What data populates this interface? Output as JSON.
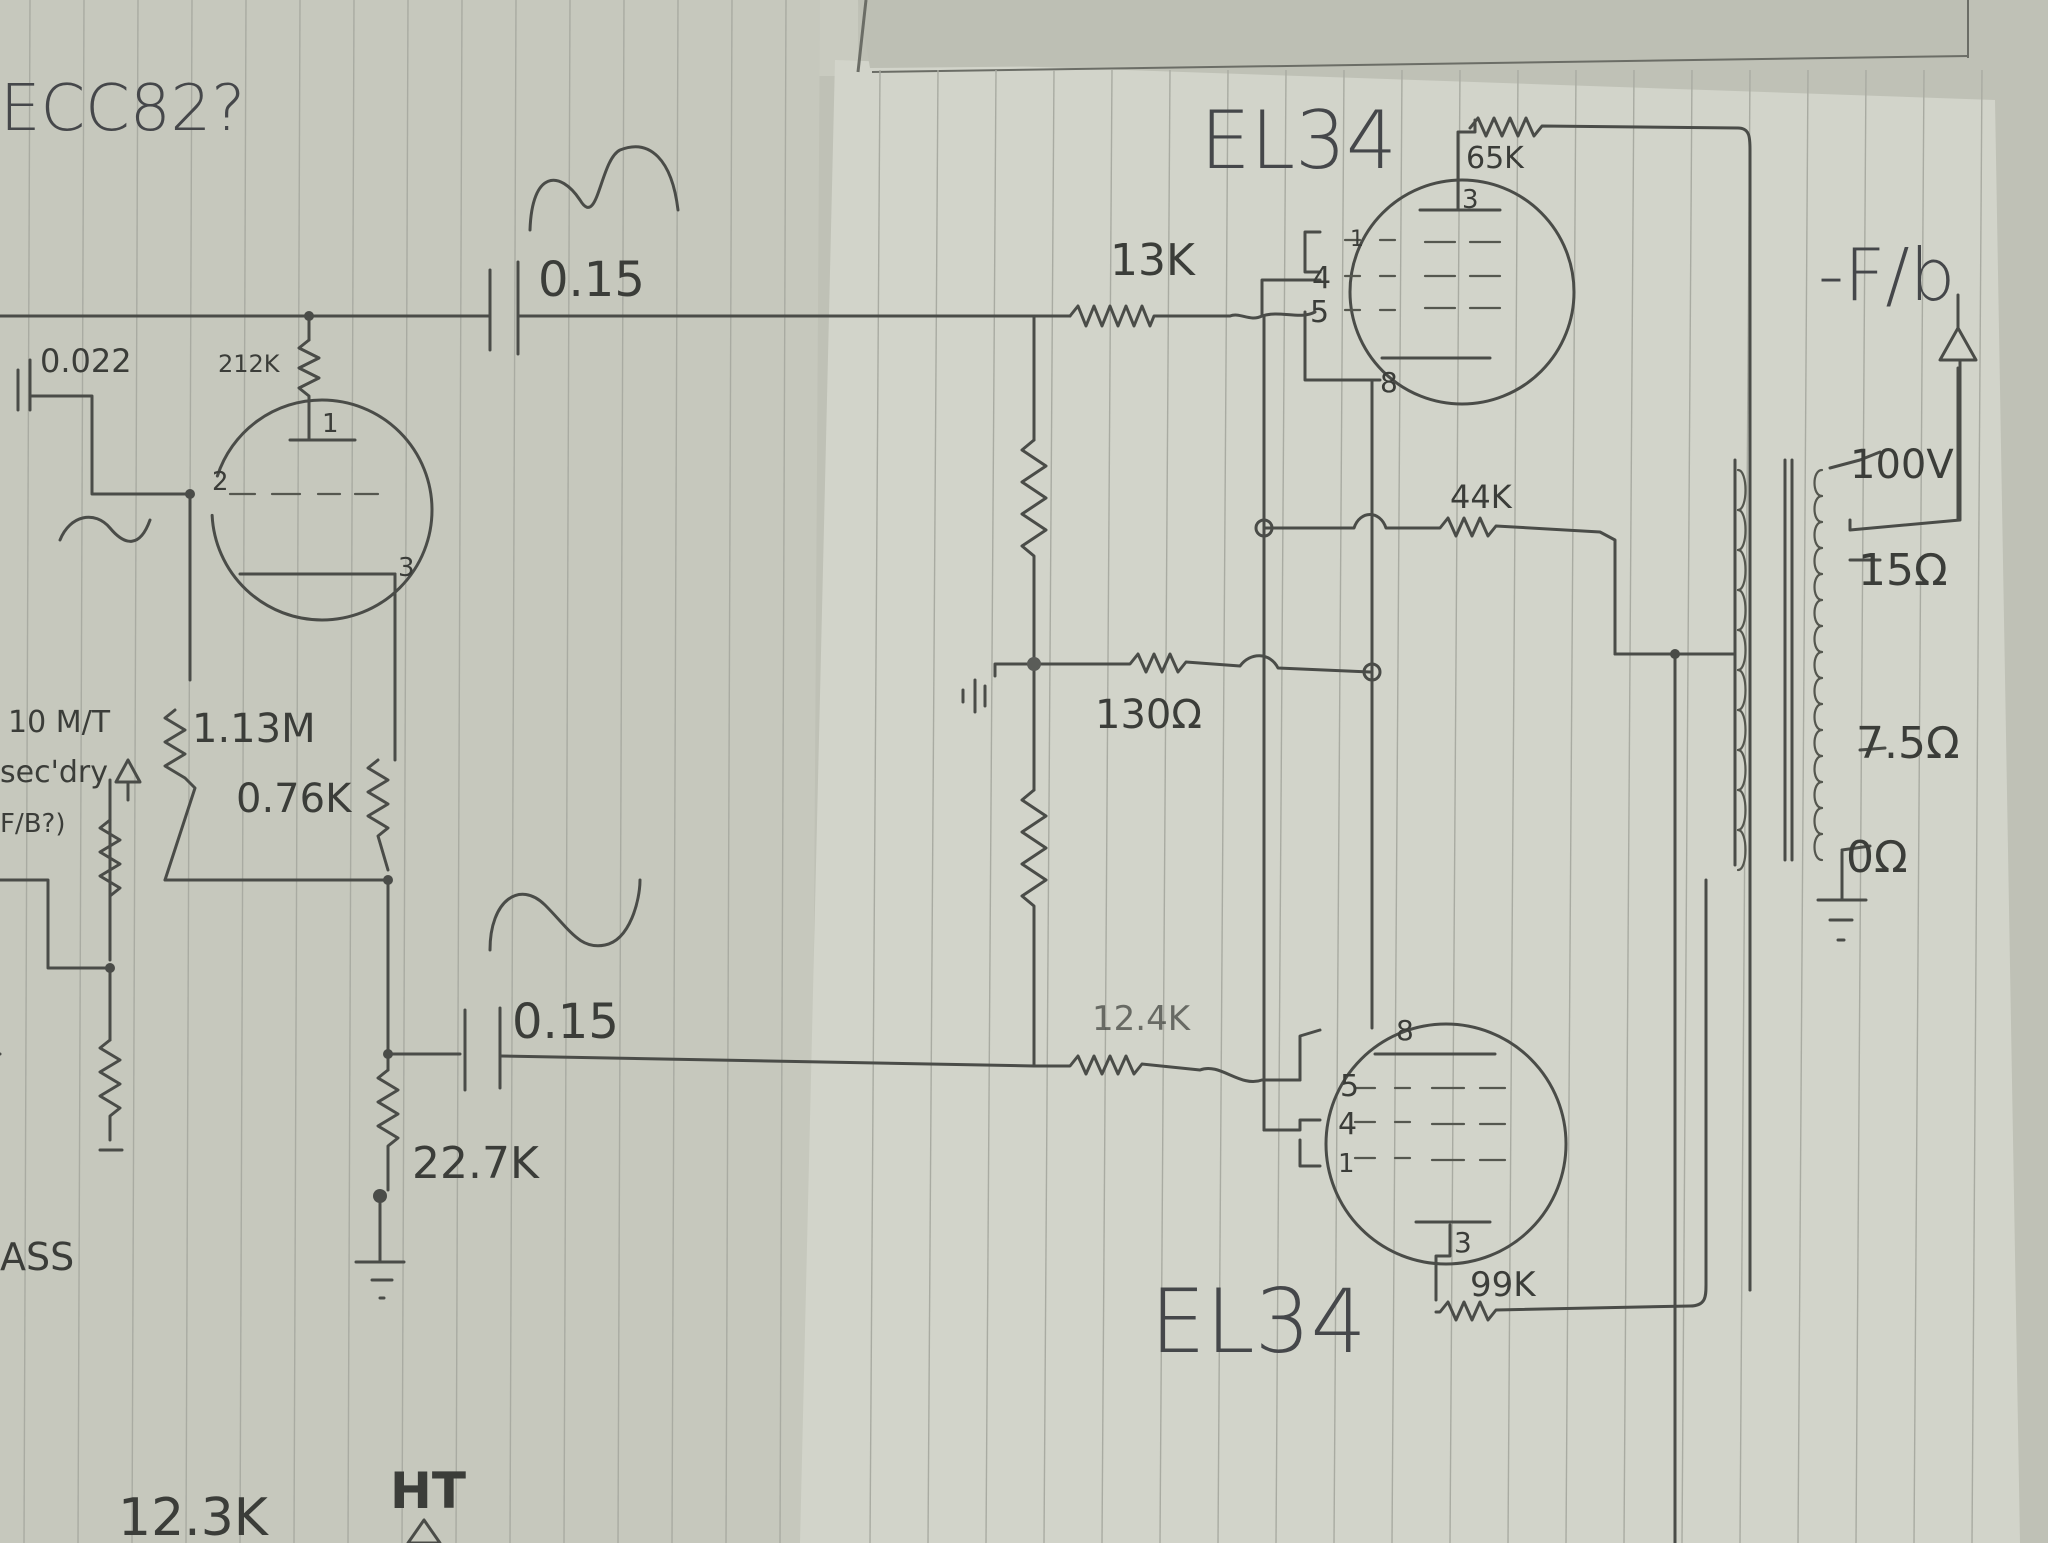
{
  "labels": {
    "ecc82": "ECC82?",
    "el34_top": "EL34",
    "el34_bottom": "EL34",
    "r_65k": "65K",
    "r_13k": "13K",
    "r_44k": "44K",
    "r_130": "130Ω",
    "r_12_4k": "12.4K",
    "r_99k": "99K",
    "r_212k": "212K",
    "r_113m": "1.13M",
    "r_076k": "0.76K",
    "r_227k": "22.7K",
    "r_123k": "12.3K",
    "c_015_top": "0.15",
    "c_015_bottom": "0.15",
    "c_0022": "0.022",
    "fb": "-F/b",
    "tap_100v": "100V",
    "tap_15": "15Ω",
    "tap_75": "7.5Ω",
    "tap_0": "0Ω",
    "ht": "HT",
    "note_line1": "10 M/T",
    "note_line2": "sec'dry",
    "note_line3": "F/B?)",
    "pass_fragment": "ASS"
  },
  "pins": {
    "top_anode": "3",
    "top_g1": "1",
    "top_g2": "4",
    "top_g3": "5",
    "top_cathode": "8",
    "bot_cathode": "8",
    "bot_g3": "5",
    "bot_g2": "4",
    "bot_g1": "1",
    "bot_anode": "3",
    "ecc_anode": "1",
    "ecc_grid": "2",
    "ecc_cathode": "3"
  }
}
